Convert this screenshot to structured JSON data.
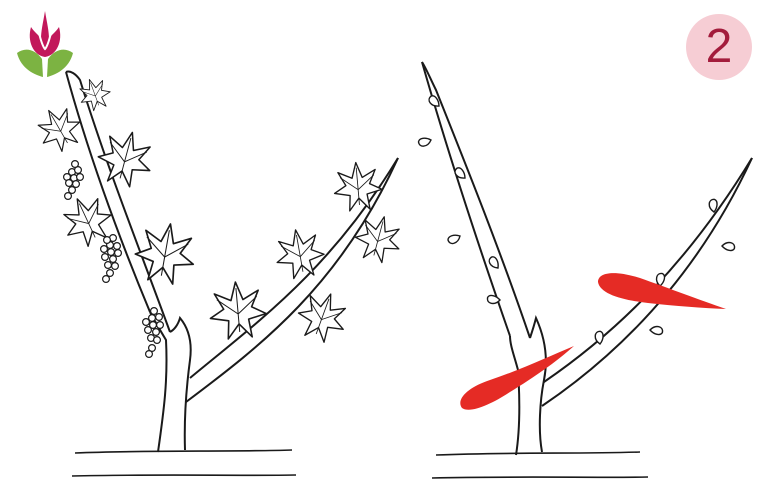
{
  "step_badge": {
    "number": "2",
    "bg": "#f6cdd4",
    "color": "#a31c3c"
  },
  "logo": {
    "name": "tulip-logo-icon",
    "petal_color": "#c2185b",
    "leaf_color": "#7cb342"
  },
  "panels": [
    {
      "name": "vine-with-leaves-and-grapes"
    },
    {
      "name": "vine-pruning-cuts"
    }
  ],
  "colors": {
    "stroke": "#1a1a1a",
    "cut_marks": "#e52b25"
  }
}
